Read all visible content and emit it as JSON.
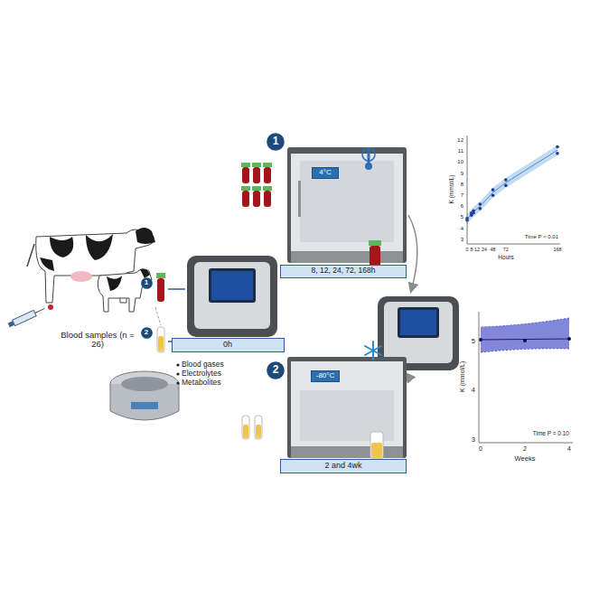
{
  "diagram": {
    "nodes": [
      {
        "text": [
          "1"
        ]
      },
      {
        "text": [
          "2"
        ]
      },
      {
        "text": [
          "1"
        ]
      },
      {
        "text": [
          "4°C"
        ]
      },
      {
        "text": [
          "8, 12, 24, 72, 168h"
        ]
      },
      {
        "text": [
          "0h"
        ]
      },
      {
        "text": [
          "2"
        ]
      },
      {
        "text": [
          "-80°C"
        ]
      },
      {
        "text": [
          "2 and 4wk"
        ]
      }
    ],
    "labels": [
      "Blood samples (n = 26)",
      "Blood gases",
      "Electrolytes",
      "Metabolites",
      "K (mmol/L)",
      "12",
      "11",
      "10",
      "9",
      "8",
      "7",
      "6",
      "5",
      "4",
      "3",
      "0",
      "8",
      "12",
      "24",
      "48",
      "72",
      "168",
      "Hours",
      "Time P < 0.01",
      "K (mmol/L)",
      "5",
      "4",
      "3",
      "0",
      "2",
      "4",
      "Weeks",
      "Time P = 0.10"
    ]
  }
}
